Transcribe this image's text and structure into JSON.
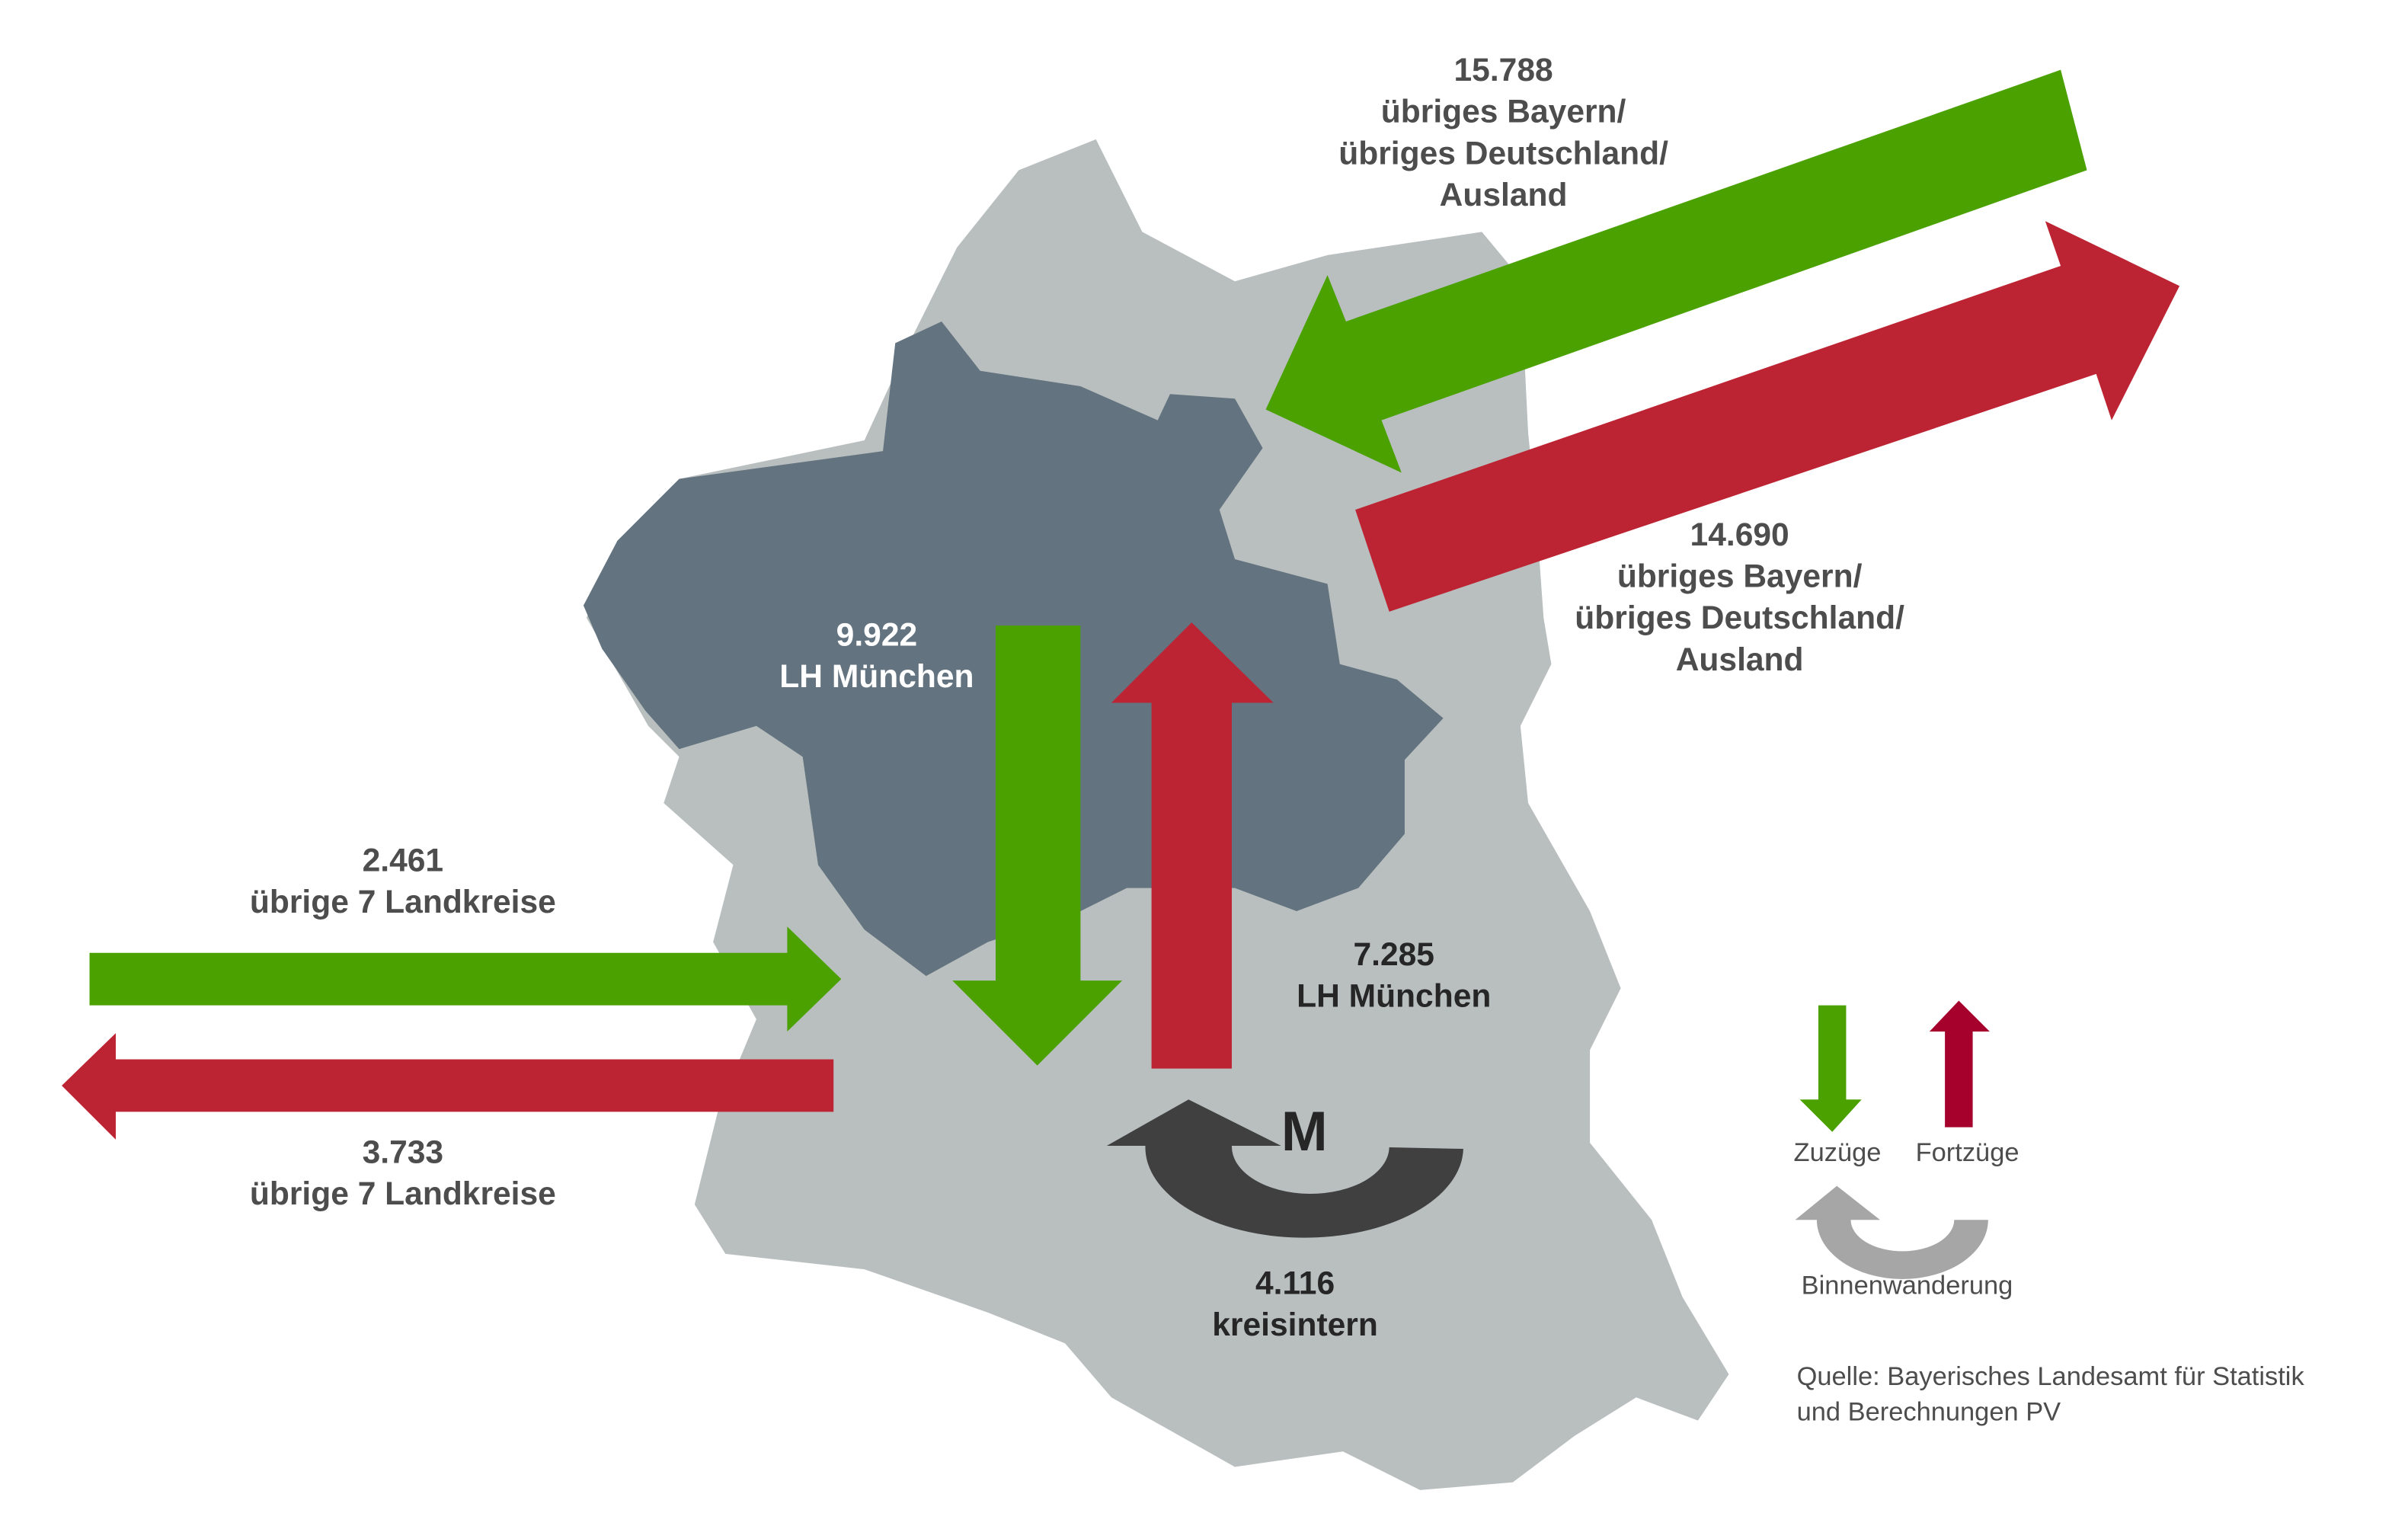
{
  "colors": {
    "inflow": "#4aa100",
    "outflow": "#bd2433",
    "legend_outflow": "#a6002c",
    "internal": "#404040",
    "legend_internal": "#a6a6a6",
    "district": "#b9bfbf",
    "city": "#63737f"
  },
  "flows": {
    "external_in": {
      "value": "15.788",
      "line1": "übriges Bayern/",
      "line2": "übriges Deutschland/",
      "line3": "Ausland"
    },
    "external_out": {
      "value": "14.690",
      "line1": "übriges Bayern/",
      "line2": "übriges Deutschland/",
      "line3": "Ausland"
    },
    "city_in": {
      "value": "9.922",
      "label": "LH München"
    },
    "city_out": {
      "value": "7.285",
      "label": "LH München"
    },
    "landkreise_in": {
      "value": "2.461",
      "label": "übrige 7 Landkreise"
    },
    "landkreise_out": {
      "value": "3.733",
      "label": "übrige 7 Landkreise"
    },
    "internal": {
      "value": "4.116",
      "label": "kreisintern"
    }
  },
  "map_marker": "M",
  "legend": {
    "inflow": "Zuzüge",
    "outflow": "Fortzüge",
    "internal": "Binnenwanderung"
  },
  "source": {
    "line1": "Quelle: Bayerisches Landesamt für Statistik",
    "line2": "und Berechnungen PV"
  }
}
